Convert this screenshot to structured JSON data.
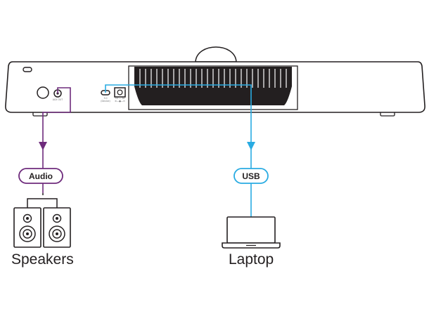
{
  "device": {
    "ports": {
      "aux_out": "AUX OUT",
      "usb_c": "3.0",
      "usb_c_sub": "(Device)",
      "dc_in": "5V — 3A",
      "dc_in_sub": "⊕—●—⊖"
    }
  },
  "connections": {
    "audio": {
      "label": "Audio",
      "color": "#6e2b7c"
    },
    "usb": {
      "label": "USB",
      "color": "#29abe2"
    }
  },
  "endpoints": {
    "speakers": {
      "caption": "Speakers",
      "icon": "speaker-icon"
    },
    "laptop": {
      "caption": "Laptop",
      "icon": "laptop-icon"
    }
  }
}
